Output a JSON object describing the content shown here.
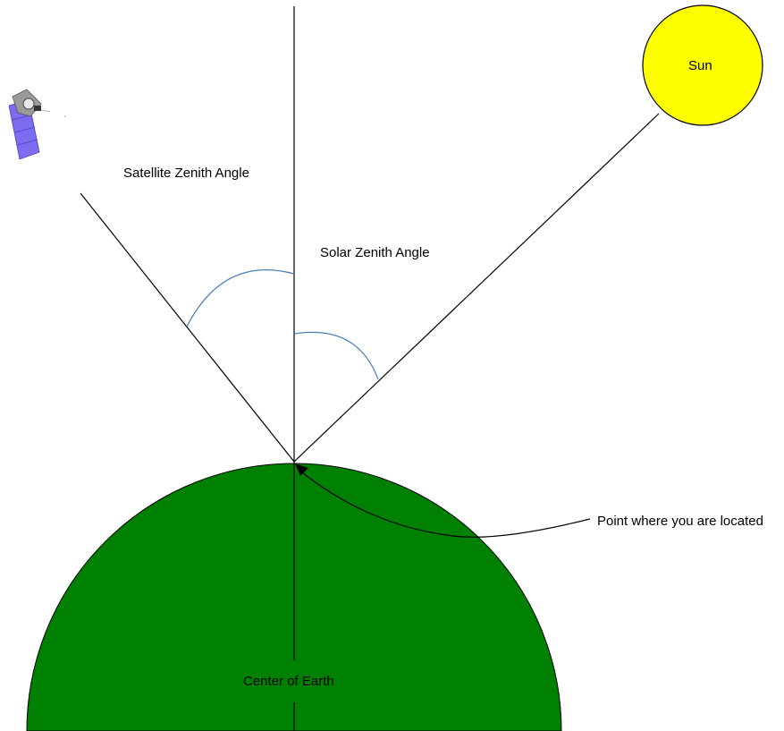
{
  "labels": {
    "sun": "Sun",
    "satellite_zenith_angle": "Satellite Zenith Angle",
    "solar_zenith_angle": "Solar Zenith Angle",
    "point_location": "Point where you are located",
    "center_of_earth": "Center of Earth"
  },
  "colors": {
    "earth_fill": "#008000",
    "sun_fill": "#ffff00",
    "angle_arc": "#4a7ebb",
    "lines": "#000000",
    "satellite_panel": "#7b6cf0",
    "satellite_body": "#8a8a8a"
  },
  "icons": {
    "satellite": "satellite-icon",
    "pointer_arrow": "arrow-icon"
  }
}
